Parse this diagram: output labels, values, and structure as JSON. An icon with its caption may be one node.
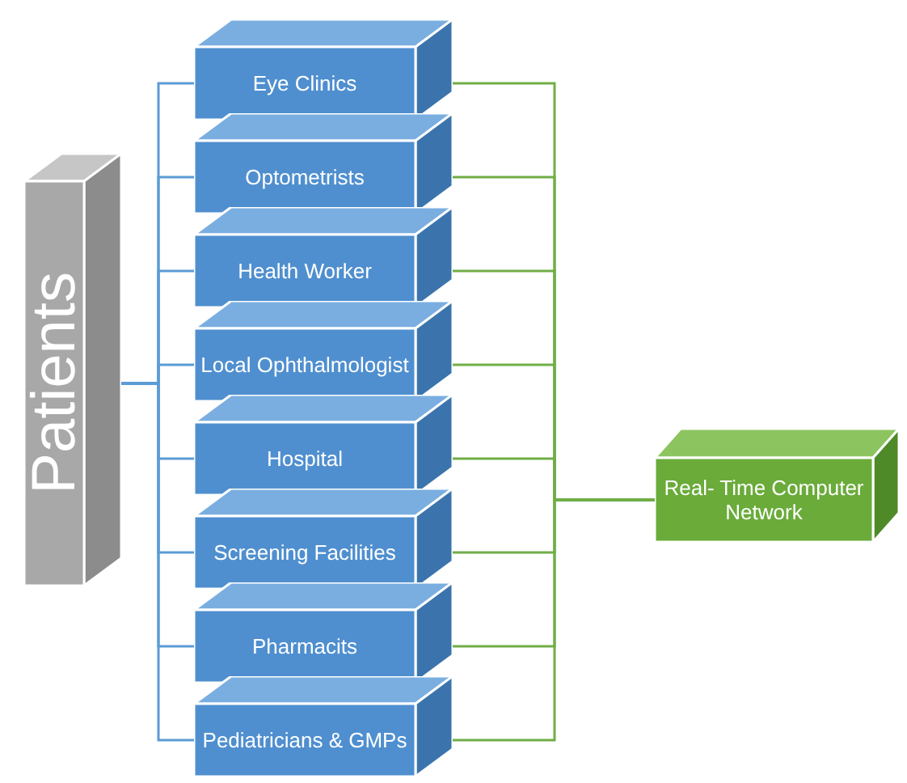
{
  "diagram": {
    "nodes": [
      {
        "text": [
          "Patients"
        ]
      },
      {
        "text": [
          "Eye Clinics"
        ]
      },
      {
        "text": [
          "Optometrists"
        ]
      },
      {
        "text": [
          "Health Worker"
        ]
      },
      {
        "text": [
          "Local Ophthalmologist"
        ]
      },
      {
        "text": [
          "Hospital"
        ]
      },
      {
        "text": [
          "Screening Facilities"
        ]
      },
      {
        "text": [
          "Pharmacits"
        ]
      },
      {
        "text": [
          "Pediatricians & GMPs"
        ]
      },
      {
        "text": [
          "Real- Time Computer Network"
        ]
      }
    ],
    "edges": [
      {
        "from": 0,
        "to": 1,
        "arrow": "none",
        "color": "#5b9bd5"
      },
      {
        "from": 0,
        "to": 2,
        "arrow": "none",
        "color": "#5b9bd5"
      },
      {
        "from": 0,
        "to": 3,
        "arrow": "none",
        "color": "#5b9bd5"
      },
      {
        "from": 0,
        "to": 4,
        "arrow": "none",
        "color": "#5b9bd5"
      },
      {
        "from": 0,
        "to": 5,
        "arrow": "none",
        "color": "#5b9bd5"
      },
      {
        "from": 0,
        "to": 6,
        "arrow": "none",
        "color": "#5b9bd5"
      },
      {
        "from": 0,
        "to": 7,
        "arrow": "none",
        "color": "#5b9bd5"
      },
      {
        "from": 0,
        "to": 8,
        "arrow": "none",
        "color": "#5b9bd5"
      },
      {
        "from": 1,
        "to": 9,
        "arrow": "none",
        "color": "#70ad47"
      },
      {
        "from": 2,
        "to": 9,
        "arrow": "none",
        "color": "#70ad47"
      },
      {
        "from": 3,
        "to": 9,
        "arrow": "none",
        "color": "#70ad47"
      },
      {
        "from": 4,
        "to": 9,
        "arrow": "none",
        "color": "#70ad47"
      },
      {
        "from": 5,
        "to": 9,
        "arrow": "none",
        "color": "#70ad47"
      },
      {
        "from": 6,
        "to": 9,
        "arrow": "none",
        "color": "#70ad47"
      },
      {
        "from": 7,
        "to": 9,
        "arrow": "none",
        "color": "#70ad47"
      },
      {
        "from": 8,
        "to": 9,
        "arrow": "none",
        "color": "#70ad47"
      }
    ]
  }
}
